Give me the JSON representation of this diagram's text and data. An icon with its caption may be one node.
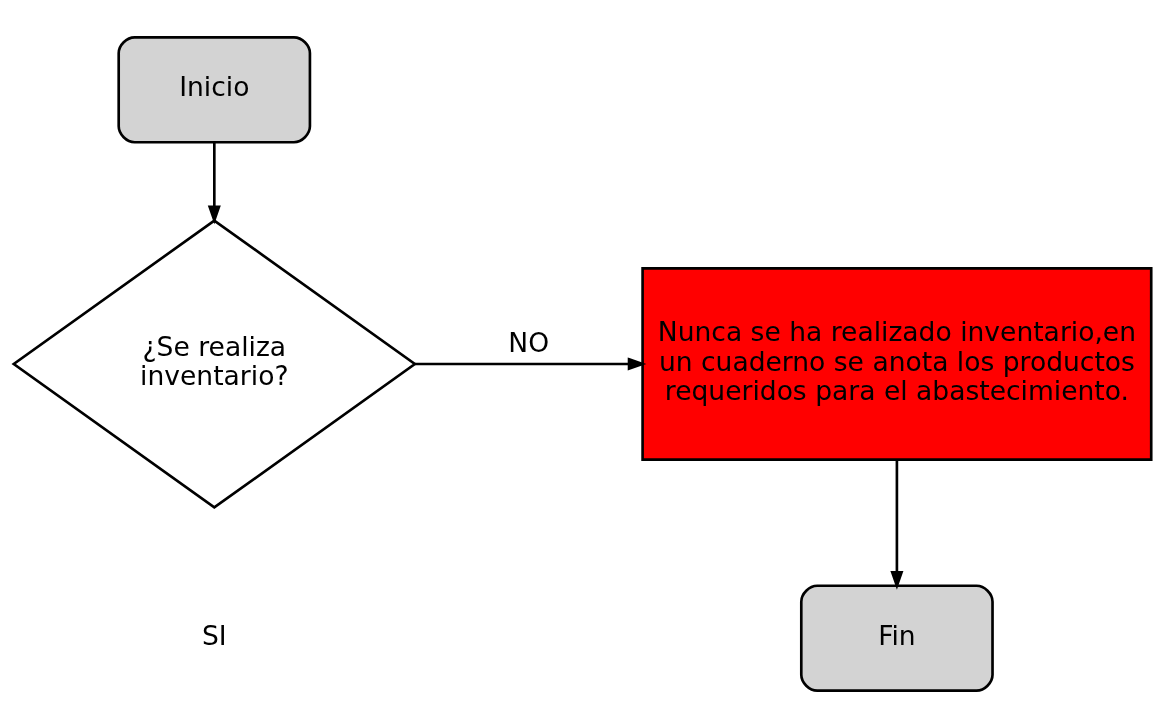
{
  "diagram": {
    "nodes": [
      {
        "text": [
          "Inicio"
        ]
      },
      {
        "text": [
          "¿Se realiza inventario?"
        ]
      },
      {
        "text": [
          "Nunca se ha realizado inventario,en un cuaderno se anota los productos requeridos para el abastecimiento."
        ]
      },
      {
        "text": [
          "Fin"
        ]
      }
    ],
    "edges": [
      {
        "from": 0,
        "to": 1,
        "arrow": "to"
      },
      {
        "from": 1,
        "to": 2,
        "arrow": "to",
        "label": "NO"
      },
      {
        "from": 2,
        "to": 3,
        "arrow": "to"
      }
    ],
    "labels": [
      "SI"
    ]
  }
}
